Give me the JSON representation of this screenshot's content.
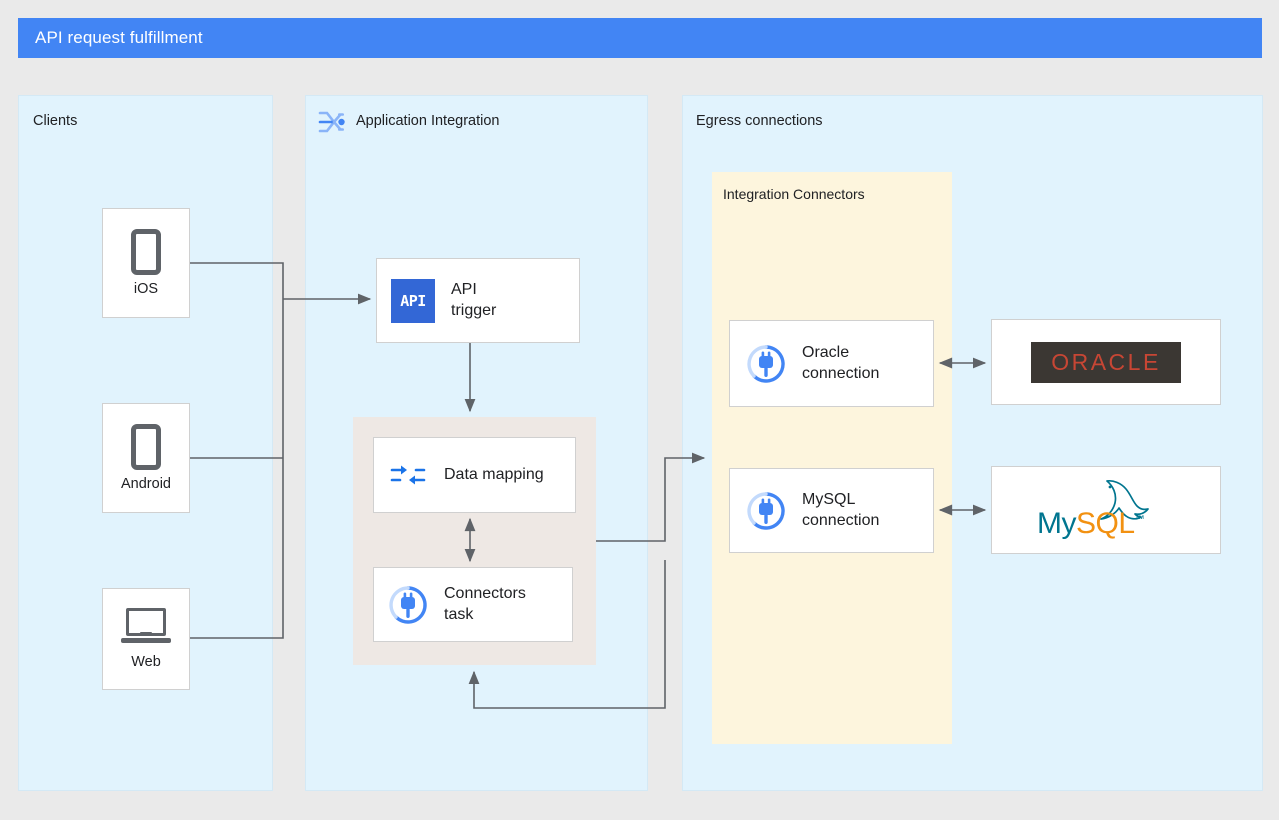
{
  "header": {
    "title": "API request fulfillment",
    "background_color": "#4285f4",
    "text_color": "#ffffff"
  },
  "panels": {
    "clients": {
      "label": "Clients",
      "background_color": "#e1f3fd"
    },
    "application_integration": {
      "label": "Application Integration",
      "icon": "application-integration-icon",
      "background_color": "#e1f3fd"
    },
    "egress": {
      "label": "Egress connections",
      "background_color": "#e1f3fd"
    }
  },
  "groups": {
    "mapping_group": {
      "background_color": "#eee8e4"
    },
    "integration_connectors": {
      "label": "Integration Connectors",
      "background_color": "#fdf5dd"
    }
  },
  "clients": [
    {
      "label": "iOS",
      "icon": "phone-icon"
    },
    {
      "label": "Android",
      "icon": "phone-icon"
    },
    {
      "label": "Web",
      "icon": "laptop-icon"
    }
  ],
  "tasks": {
    "api_trigger": {
      "label": "API\ntrigger",
      "line1": "API",
      "line2": "trigger",
      "icon": "api-badge-icon",
      "badge_text": "API",
      "badge_color": "#3367d6"
    },
    "data_mapping": {
      "label": "Data mapping",
      "icon": "data-mapping-icon"
    },
    "connectors_task": {
      "line1": "Connectors",
      "line2": "task",
      "icon": "connector-plug-icon"
    }
  },
  "connections": [
    {
      "line1": "Oracle",
      "line2": "connection",
      "icon": "connector-plug-icon"
    },
    {
      "line1": "MySQL",
      "line2": "connection",
      "icon": "connector-plug-icon"
    }
  ],
  "backends": [
    {
      "name": "ORACLE",
      "logo": "oracle-logo",
      "text_color": "#c74634",
      "background_color": "#3b3733"
    },
    {
      "name": "MySQL",
      "logo": "mysql-logo",
      "part1": "My",
      "part2": "SQL",
      "trademark": "™",
      "part1_color": "#00758f",
      "part2_color": "#f29111"
    }
  ],
  "colors": {
    "accent": "#4285f4",
    "panel_blue": "#e1f3fd",
    "group_beige": "#eee8e4",
    "group_yellow": "#fdf5dd",
    "wire": "#5f6368",
    "canvas": "#eaeaea"
  }
}
